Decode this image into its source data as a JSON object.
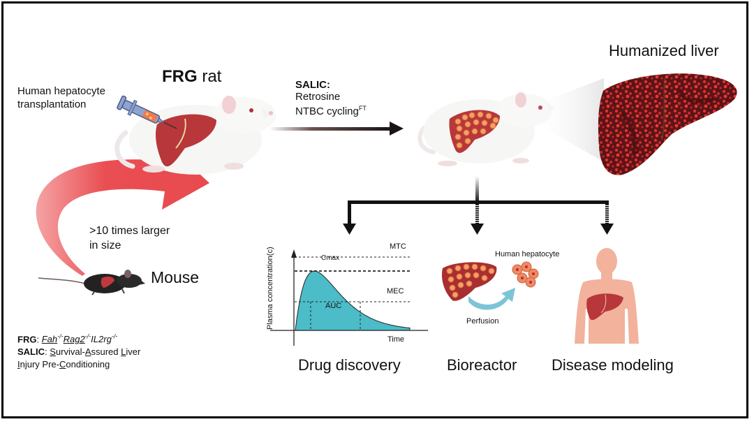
{
  "frg_rat": {
    "title_bold": "FRG",
    "title_rest": " rat",
    "injection_label_line1": "Human hepatocyte",
    "injection_label_line2": "transplantation"
  },
  "size_comparison": {
    "line1": ">10 times larger",
    "line2": "in size",
    "mouse_label": "Mouse"
  },
  "salic_step": {
    "title": "SALIC:",
    "line1": "Retrosine",
    "line2": "NTBC cycling",
    "line2_sup": "FT"
  },
  "humanized_liver": {
    "title": "Humanized liver"
  },
  "legend": {
    "frg_key": "FRG",
    "frg_sep": ": ",
    "frg_genotype": [
      "Fah",
      "-/-",
      "Rag2",
      "-/-",
      "IL2rg",
      "-/-"
    ],
    "salic_key": "SALIC",
    "salic_sep": ": ",
    "salic_words": [
      {
        "first": "S",
        "rest": "urvival-"
      },
      {
        "first": "A",
        "rest": "ssured "
      },
      {
        "first": "L",
        "rest": "iver"
      }
    ],
    "salic_line2": [
      {
        "first": "I",
        "rest": "njury Pre-"
      },
      {
        "first": "C",
        "rest": "onditioning"
      }
    ]
  },
  "applications": [
    {
      "label": "Drug discovery",
      "arrow_style": "solid"
    },
    {
      "label": "Bioreactor",
      "arrow_style": "dashed"
    },
    {
      "label": "Disease modeling",
      "arrow_style": "dashed"
    }
  ],
  "pk_chart": {
    "ylabel": "Plasma concentration(c)",
    "xlabel": "Time",
    "mtc_label": "MTC",
    "cmax_label": "Cmax",
    "mec_label": "MEC",
    "auc_label": "AUC",
    "fill_color": "#4bbcc8"
  },
  "bioreactor": {
    "cell_label": "Human hepatocyte",
    "perfusion_label": "Perfusion"
  },
  "colors": {
    "liver": "#b8373a",
    "curved_arrow": "#e84a4f",
    "body_skin": "#f2b29c",
    "humanized_liver_dark": "#5a1418",
    "humanized_liver_red": "#e0302d",
    "perfusion_arrow": "#7cc4d6"
  }
}
